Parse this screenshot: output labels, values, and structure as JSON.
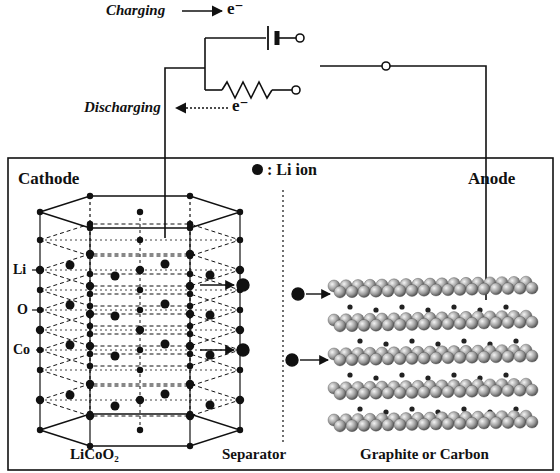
{
  "diagram": {
    "labels": [
      "Charging",
      "e⁻",
      "Discharging",
      "e⁻",
      "Cathode",
      "Anode",
      "Li",
      "O",
      "Co",
      "LiCoO₂",
      "Separator",
      "Graphite or Carbon"
    ],
    "legend": [
      {
        "text": ": Li ion"
      }
    ]
  }
}
